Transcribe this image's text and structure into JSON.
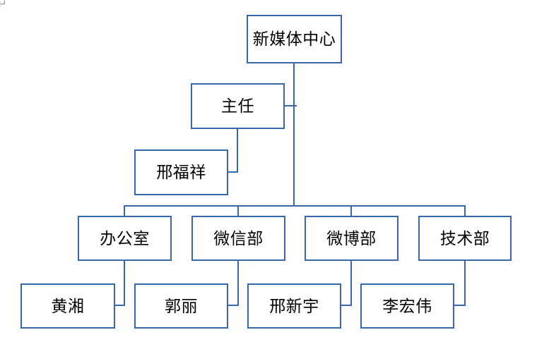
{
  "org": {
    "root": "新媒体中心",
    "director": "主任",
    "director_staff": "邢福祥",
    "departments": [
      {
        "name": "办公室",
        "member": "黄湘"
      },
      {
        "name": "微信部",
        "member": "郭丽"
      },
      {
        "name": "微博部",
        "member": "邢新宇"
      },
      {
        "name": "技术部",
        "member": "李宏伟"
      }
    ]
  },
  "formatting_mark": "↵",
  "colors": {
    "accent": "#3a66ac",
    "text": "#000000",
    "mark": "#a6a6a6",
    "background": "#ffffff"
  }
}
